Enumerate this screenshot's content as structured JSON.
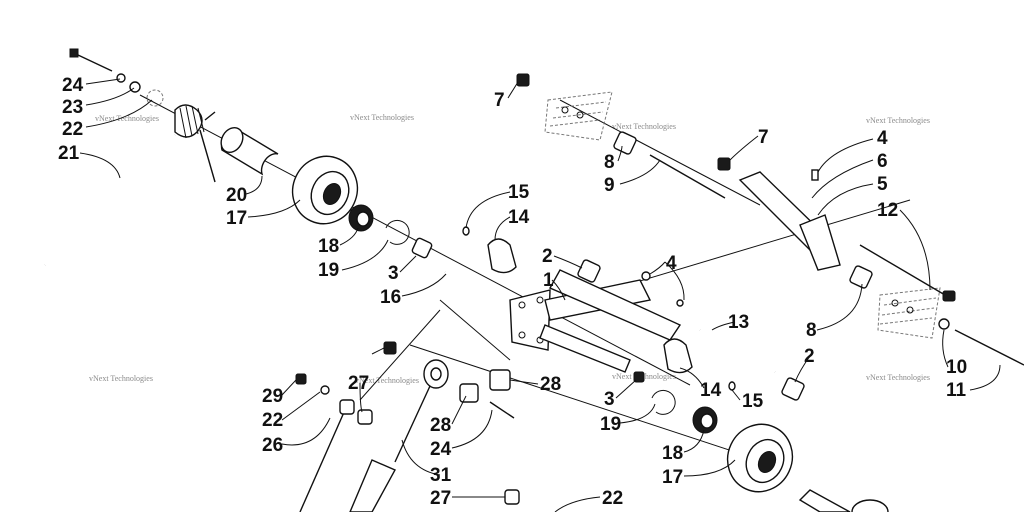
{
  "diagram": {
    "watermark_text": "vNext Technologies",
    "callouts": [
      "24",
      "23",
      "22",
      "21",
      "20",
      "17",
      "18",
      "19",
      "3",
      "16",
      "15",
      "14",
      "2",
      "1",
      "4",
      "7",
      "8",
      "9",
      "4",
      "6",
      "5",
      "12",
      "13",
      "8",
      "2",
      "10",
      "11",
      "7",
      "27",
      "29",
      "22",
      "26",
      "28",
      "24",
      "31",
      "27",
      "3",
      "19",
      "14",
      "15",
      "18",
      "17",
      "22"
    ]
  }
}
